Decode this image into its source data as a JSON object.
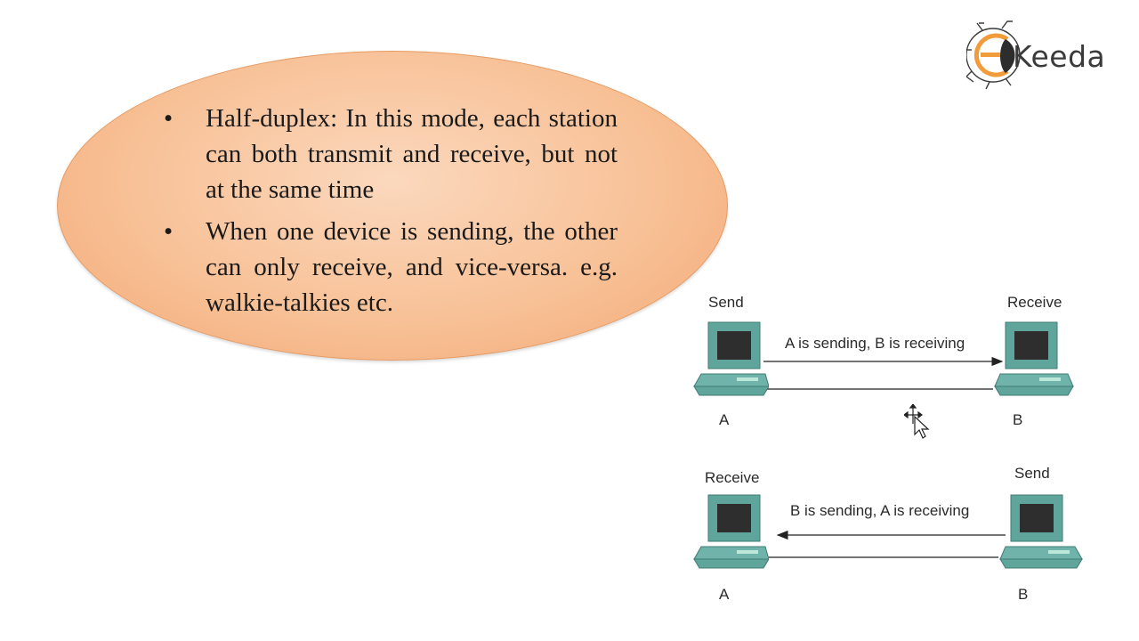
{
  "logo": {
    "text": "Keeda"
  },
  "bullets": [
    {
      "text": "Half-duplex: In this mode, each station can both transmit and receive, but not at the same time"
    },
    {
      "text": "When one device is sending, the other can only receive, and vice-versa. e.g. walkie-talkies etc."
    }
  ],
  "bullet_glyph": "•",
  "diagram": {
    "top": {
      "left_role": "Send",
      "right_role": "Receive",
      "arrow_label": "A is sending, B is receiving",
      "left_name": "A",
      "right_name": "B"
    },
    "bottom": {
      "left_role": "Receive",
      "right_role": "Send",
      "arrow_label": "B is sending, A is receiving",
      "left_name": "A",
      "right_name": "B"
    }
  },
  "colors": {
    "ellipse": "#f8c197",
    "computer": "#5fa59c",
    "logo_orange": "#f29b3b"
  }
}
